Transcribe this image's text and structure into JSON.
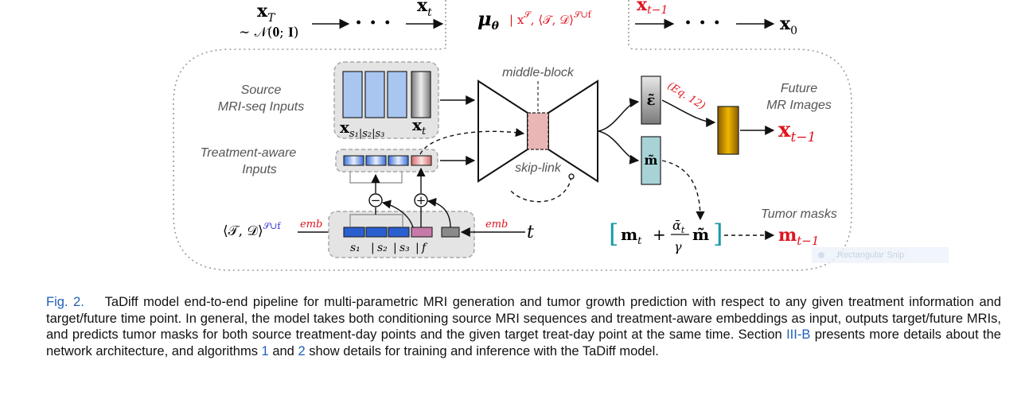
{
  "diagram": {
    "top_chain": {
      "x_T": "x",
      "x_T_sub": "T",
      "prior": "∼ 𝒩(𝟎; 𝐈)",
      "x_t": "x",
      "x_t_sub": "t",
      "mu": "μ",
      "mu_sub": "θ",
      "mu_cond": "| x",
      "mu_cond_sup": "𝒮",
      "mu_cond2": ", ⟨𝒯, 𝒟⟩",
      "mu_cond2_sup": "𝒮∪f",
      "x_t1": "x",
      "x_t1_sub": "t−1",
      "x_0": "x",
      "x_0_sub": "0",
      "dots": "· · ·"
    },
    "source_label_1": "Source",
    "source_label_2": "MRI-seq Inputs",
    "source_seq": "x",
    "source_seq_sub": "s₁|s₂|s₃",
    "source_xt": "x",
    "source_xt_sub": "t",
    "treatment_label_1": "Treatment-aware",
    "treatment_label_2": "Inputs",
    "middle_block": "middle-block",
    "skip_link": "skip-link",
    "eps": "ε̃",
    "mask_hat": "m̃",
    "eq_ref": "(Eq. 12)",
    "future_label_1": "Future",
    "future_label_2": "MR Images",
    "future_x": "x",
    "future_x_sub": "t−1",
    "tumor_label": "Tumor masks",
    "mask_formula_m": "m",
    "mask_formula_m_sub": "t",
    "mask_formula_plus": "+",
    "mask_formula_num": "ᾱ",
    "mask_formula_num_sub": "t",
    "mask_formula_den": "γ",
    "mask_formula_m2": "m̃",
    "mask_out": "m",
    "mask_out_sub": "t−1",
    "td": "⟨𝒯, 𝒟⟩",
    "td_sup": "𝒮∪f",
    "emb_left": "emb",
    "emb_right": "emb",
    "t": "t",
    "slots": [
      "s₁",
      "s₂",
      "s₃",
      "f"
    ],
    "minus": "−",
    "plus": "+"
  },
  "colors": {
    "blue_box": "#a9c6f0",
    "dark_blue": "#2a5fd0",
    "pink": "#e9b5b5",
    "purple": "#c77aa9",
    "teal": "#a8d3d6",
    "orange": "#d99a00",
    "red": "#e0141e",
    "link_blue": "#1f5fb8"
  },
  "caption": {
    "label": "Fig. 2.",
    "text_1": "TaDiff model end-to-end pipeline for multi-parametric MRI generation and tumor growth prediction with respect to any given treatment information and target/future time point. In general, the model takes both conditioning source MRI sequences and treatment-aware embeddings as input, outputs target/future MRIs, and predicts tumor masks for both source treatment-day points and the given target treat-day point at the same time. Section ",
    "ref_1": "III-B",
    "text_2": " presents more details about the network architecture, and algorithms ",
    "ref_2": "1",
    "text_3": " and ",
    "ref_3": "2",
    "text_4": " show details for training and inference with the TaDiff model."
  },
  "overlay": {
    "snip_label": "Rectangular Snip"
  }
}
